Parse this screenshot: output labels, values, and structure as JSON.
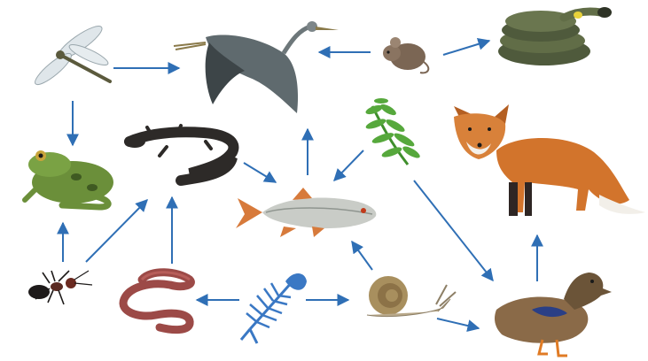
{
  "diagram": {
    "type": "food-web",
    "organisms": [
      {
        "id": "dragonfly",
        "icon": "dragonfly-icon"
      },
      {
        "id": "heron",
        "icon": "heron-icon"
      },
      {
        "id": "mouse",
        "icon": "mouse-icon"
      },
      {
        "id": "snake",
        "icon": "snake-icon"
      },
      {
        "id": "frog",
        "icon": "frog-icon"
      },
      {
        "id": "newt",
        "icon": "newt-icon"
      },
      {
        "id": "fern",
        "icon": "fern-icon"
      },
      {
        "id": "fox",
        "icon": "fox-icon"
      },
      {
        "id": "fish",
        "icon": "fish-icon"
      },
      {
        "id": "ant",
        "icon": "ant-icon"
      },
      {
        "id": "earthworm",
        "icon": "earthworm-icon"
      },
      {
        "id": "fish-skeleton",
        "icon": "fish-skeleton-icon"
      },
      {
        "id": "snail",
        "icon": "snail-icon"
      },
      {
        "id": "duck",
        "icon": "duck-icon"
      }
    ],
    "links": [
      {
        "from": "dragonfly",
        "to": "heron"
      },
      {
        "from": "dragonfly",
        "to": "frog"
      },
      {
        "from": "mouse",
        "to": "heron"
      },
      {
        "from": "mouse",
        "to": "snake"
      },
      {
        "from": "newt",
        "to": "fish"
      },
      {
        "from": "fish",
        "to": "heron"
      },
      {
        "from": "fern",
        "to": "fish"
      },
      {
        "from": "fern",
        "to": "duck"
      },
      {
        "from": "ant",
        "to": "frog"
      },
      {
        "from": "ant",
        "to": "newt"
      },
      {
        "from": "earthworm",
        "to": "newt"
      },
      {
        "from": "fish-skeleton",
        "to": "earthworm"
      },
      {
        "from": "fish-skeleton",
        "to": "snail"
      },
      {
        "from": "snail",
        "to": "fish"
      },
      {
        "from": "snail",
        "to": "duck"
      },
      {
        "from": "duck",
        "to": "fox"
      }
    ],
    "colors": {
      "arrow": "#2f6fb5"
    }
  }
}
